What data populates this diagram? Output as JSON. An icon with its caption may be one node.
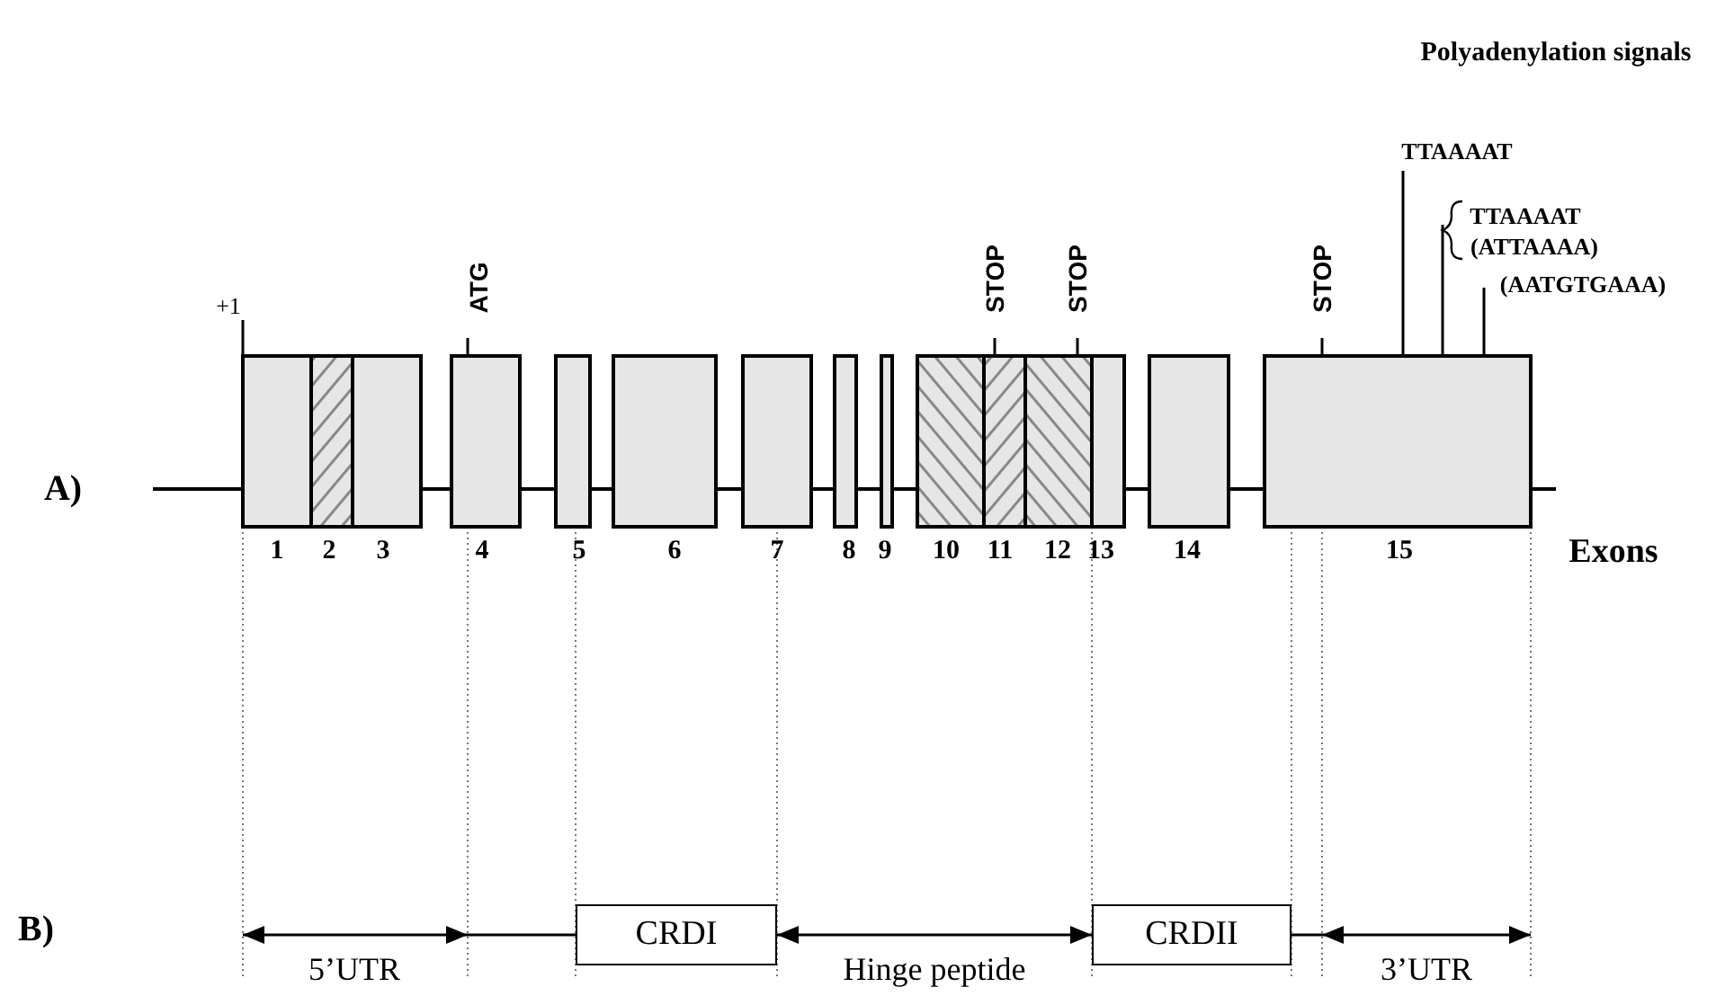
{
  "diagram": {
    "nodes": [
      {
        "text": [
          "CRDI"
        ]
      },
      {
        "text": [
          "CRDII"
        ]
      }
    ],
    "edges": [
      {
        "from": 0,
        "to": 1,
        "arrow": "both",
        "label": "Hinge peptide"
      }
    ],
    "labels": [
      "Polyadenylation signals",
      "+1",
      "ATG",
      "STOP",
      "STOP",
      "STOP",
      "TTAAAAT",
      "TTAAAAT",
      "(ATTAAAA)",
      "(AATGTGAAA)",
      "A)",
      "1",
      "2",
      "3",
      "4",
      "5",
      "6",
      "7",
      "8",
      "9",
      "10",
      "11",
      "12",
      "13",
      "14",
      "15",
      "Exons",
      "B)",
      "5’UTR",
      "3’UTR"
    ]
  }
}
